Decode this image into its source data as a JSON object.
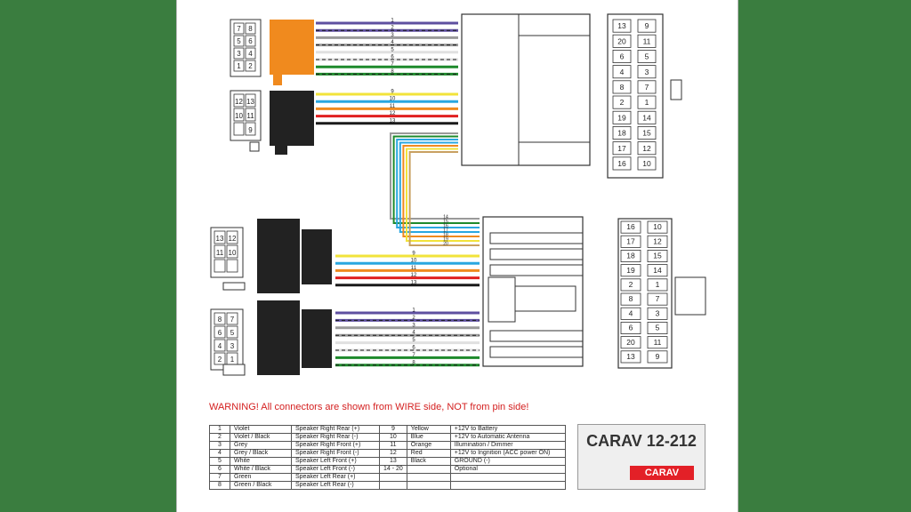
{
  "warning": "WARNING! All connectors are shown from WIRE side, NOT from pin side!",
  "model": "CARAV 12-212",
  "logo_text": "CARAV",
  "colors": {
    "violet": "#5e4fa0",
    "grey": "#9a9a9a",
    "white": "#e0e0e0",
    "green": "#1e8a2c",
    "yellow": "#f2e33a",
    "blue": "#2aa7e0",
    "orange": "#f08a1e",
    "red": "#e02020",
    "black": "#1a1a1a",
    "connector_orange": "#f08a1e",
    "connector_black": "#222222"
  },
  "wires": {
    "top_a": [
      "1",
      "2",
      "3",
      "4",
      "5",
      "6",
      "7",
      "8"
    ],
    "top_b": [
      "9",
      "10",
      "11",
      "12",
      "13"
    ],
    "mid": [
      "14",
      "15",
      "16",
      "17",
      "18",
      "19",
      "20"
    ],
    "bottom_b": [
      "9",
      "10",
      "11",
      "12",
      "13"
    ],
    "bottom_a": [
      "1",
      "2",
      "3",
      "4",
      "5",
      "6",
      "7",
      "8"
    ]
  },
  "iso_small_a": [
    [
      "7",
      "8"
    ],
    [
      "5",
      "6"
    ],
    [
      "3",
      "4"
    ],
    [
      "1",
      "2"
    ]
  ],
  "iso_small_b": [
    [
      "12",
      "13"
    ],
    [
      "10",
      "11"
    ],
    [
      "",
      "9"
    ]
  ],
  "iso_bottom_b": [
    [
      "13",
      "12"
    ],
    [
      "11",
      "10"
    ],
    [
      "",
      ""
    ]
  ],
  "iso_bottom_a": [
    [
      "8",
      "7"
    ],
    [
      "6",
      "5"
    ],
    [
      "4",
      "3"
    ],
    [
      "2",
      "1"
    ]
  ],
  "car_conn_top": [
    [
      "13",
      "9"
    ],
    [
      "20",
      "11"
    ],
    [
      "6",
      "5"
    ],
    [
      "4",
      "3"
    ],
    [
      "8",
      "7"
    ],
    [
      "2",
      "1"
    ],
    [
      "19",
      "14"
    ],
    [
      "18",
      "15"
    ],
    [
      "17",
      "12"
    ],
    [
      "16",
      "10"
    ]
  ],
  "car_conn_bottom": [
    [
      "16",
      "10"
    ],
    [
      "17",
      "12"
    ],
    [
      "18",
      "15"
    ],
    [
      "19",
      "14"
    ],
    [
      "2",
      "1"
    ],
    [
      "8",
      "7"
    ],
    [
      "4",
      "3"
    ],
    [
      "6",
      "5"
    ],
    [
      "20",
      "11"
    ],
    [
      "13",
      "9"
    ]
  ],
  "table_rows": [
    [
      "1",
      "Violet",
      "Speaker Right Rear (+)",
      "9",
      "Yellow",
      "+12V to Battery"
    ],
    [
      "2",
      "Violet / Black",
      "Speaker Right Rear (-)",
      "10",
      "Blue",
      "+12V to Automatic Antenna"
    ],
    [
      "3",
      "Grey",
      "Speaker Right Front (+)",
      "11",
      "Orange",
      "Illumination / Dimmer"
    ],
    [
      "4",
      "Grey / Black",
      "Speaker Right Front (-)",
      "12",
      "Red",
      "+12V to Ingnition (ACC power ON)"
    ],
    [
      "5",
      "White",
      "Speaker Left Front (+)",
      "13",
      "Black",
      "GROUND (-)"
    ],
    [
      "6",
      "White / Black",
      "Speaker Left Front (-)",
      "14 - 20",
      "",
      "Optional"
    ],
    [
      "7",
      "Green",
      "Speaker Left Rear (+)",
      "",
      "",
      ""
    ],
    [
      "8",
      "Green / Black",
      "Speaker Left Rear (-)",
      "",
      "",
      ""
    ]
  ]
}
